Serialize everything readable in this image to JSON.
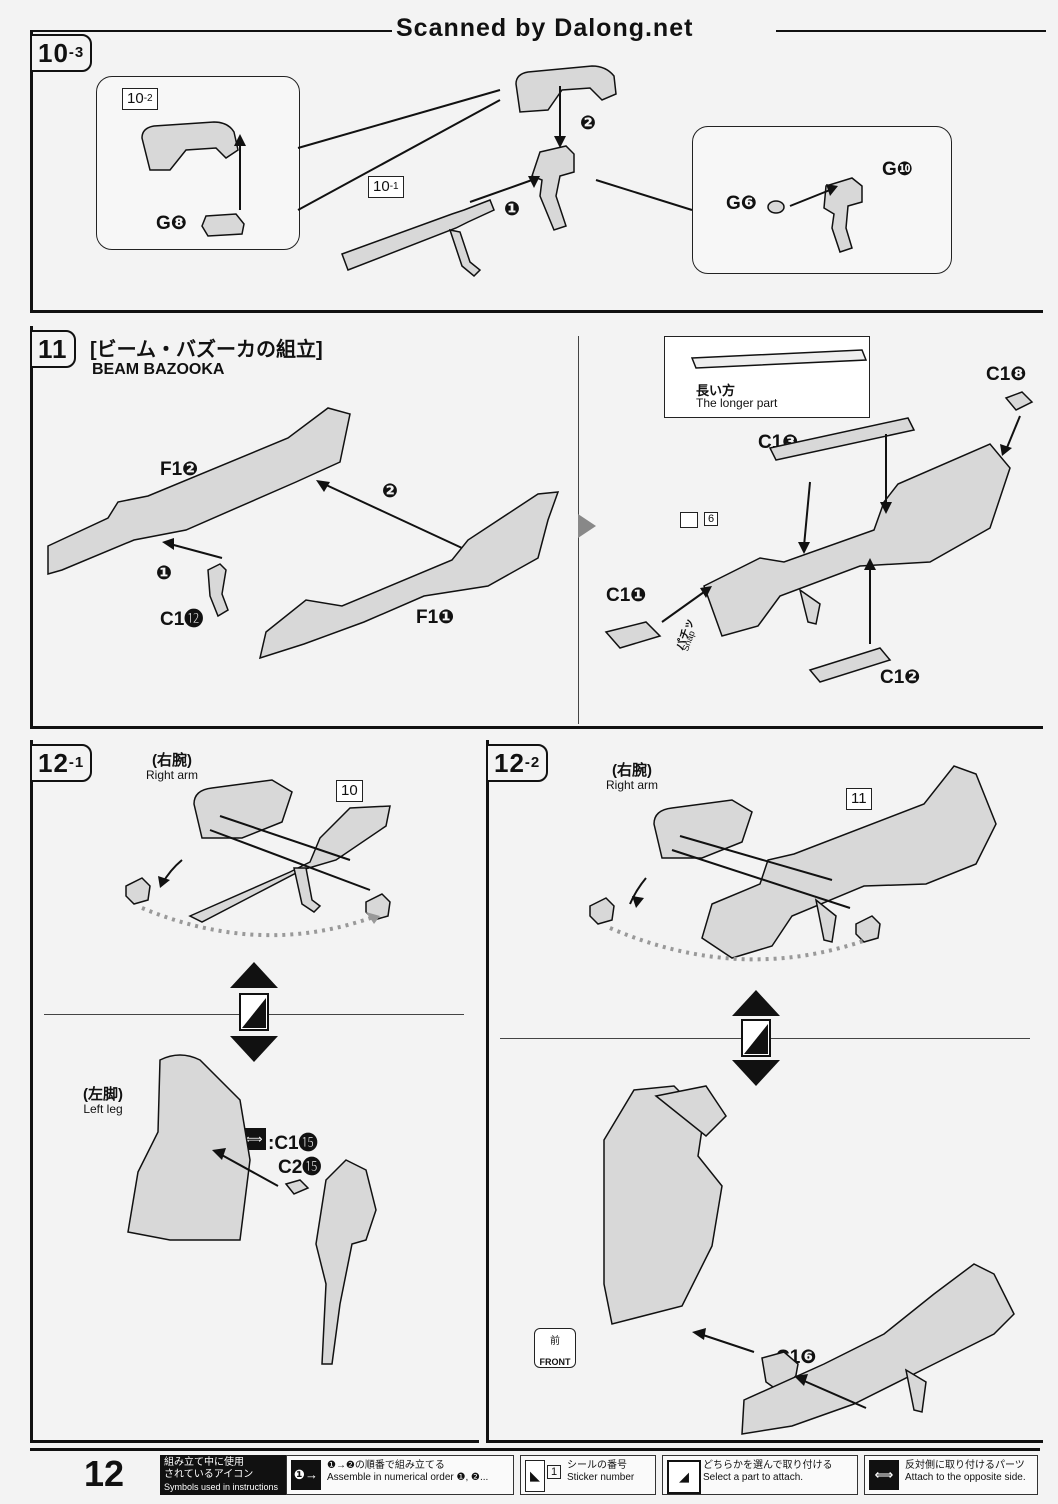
{
  "header": {
    "scanner_credit": "Scanned by Dalong.net"
  },
  "step_10_3": {
    "step_number": "10",
    "step_sub": "-3",
    "sub_ref_10_2": {
      "number": "10",
      "sub": "-2"
    },
    "sub_ref_10_1": {
      "number": "10",
      "sub": "-1"
    },
    "part_g8": "G❽",
    "part_g6": "G❻",
    "part_g10": "G❿",
    "order_1": "❶",
    "order_2": "❷"
  },
  "step_11": {
    "step_number": "11",
    "title_jp": "[ビーム・バズーカの組立]",
    "title_en": "BEAM BAZOOKA",
    "part_f1_2": "F1❷",
    "part_f1_1": "F1❶",
    "part_c1_12": "C1⓬",
    "part_c1_8": "C1❽",
    "part_c1_3": "C1❸",
    "part_c1_1": "C1❶",
    "part_c1_2": "C1❷",
    "order_1": "❶",
    "order_2": "❷",
    "longer_part_jp": "長い方",
    "longer_part_en": "The longer part",
    "sticker_number": "6",
    "snap_jp": "パチッ",
    "snap_en": "Snap"
  },
  "step_12_1": {
    "step_number": "12",
    "step_sub": "-1",
    "right_arm_jp": "(右腕)",
    "right_arm_en": "Right arm",
    "ref_number": "10",
    "left_leg_jp": "(左脚)",
    "left_leg_en": "Left leg",
    "part_c1_15": ":C1⓯",
    "part_c2_15": "C2⓯"
  },
  "step_12_2": {
    "step_number": "12",
    "step_sub": "-2",
    "right_arm_jp": "(右腕)",
    "right_arm_en": "Right arm",
    "ref_number": "11",
    "part_c1_6": "C1❻",
    "front_jp": "前",
    "front_en": "FRONT"
  },
  "footer": {
    "page_number": "12",
    "legend_title_jp_1": "組み立て中に使用",
    "legend_title_jp_2": "されているアイコン",
    "legend_title_en": "Symbols used in instructions",
    "icon_order": {
      "jp": "❶→❷の順番で組み立てる",
      "en": "Assemble in numerical order ❶, ❷..."
    },
    "icon_sticker": {
      "jp": "シールの番号",
      "en": "Sticker number",
      "sample": "1"
    },
    "icon_select": {
      "jp": "どちらかを選んで取り付ける",
      "en": "Select a part to attach."
    },
    "icon_opposite": {
      "jp": "反対側に取り付けるパーツ",
      "en": "Attach to the opposite side."
    }
  },
  "colors": {
    "ink": "#111111",
    "paper": "#f3f3f3",
    "part_fill": "#d8d8d8"
  }
}
